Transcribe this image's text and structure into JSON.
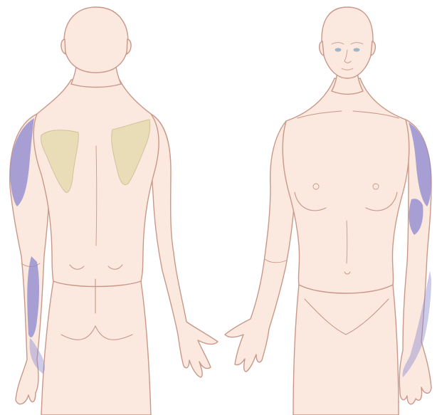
{
  "figure": {
    "views": [
      "posterior",
      "anterior"
    ],
    "shaded_regions": {
      "posterior": [
        "left-shoulder-lateral",
        "left-upper-arm-lateral",
        "left-forearm-ulnar-side",
        "left-hand-edge"
      ],
      "anterior": [
        "left-shoulder",
        "left-upper-arm-lateral",
        "left-forearm",
        "left-hand-edge"
      ]
    },
    "highlighted_bones": [
      "left-scapula",
      "right-scapula"
    ]
  },
  "colors": {
    "background": "#ffffff",
    "skin": "#fbe8de",
    "outline": "#c9988a",
    "pain_shading": "#8f8bd0",
    "scapula_fill": "#e7dcb2",
    "scapula_line": "#c9bd8e",
    "eye": "#9fb6c9"
  }
}
